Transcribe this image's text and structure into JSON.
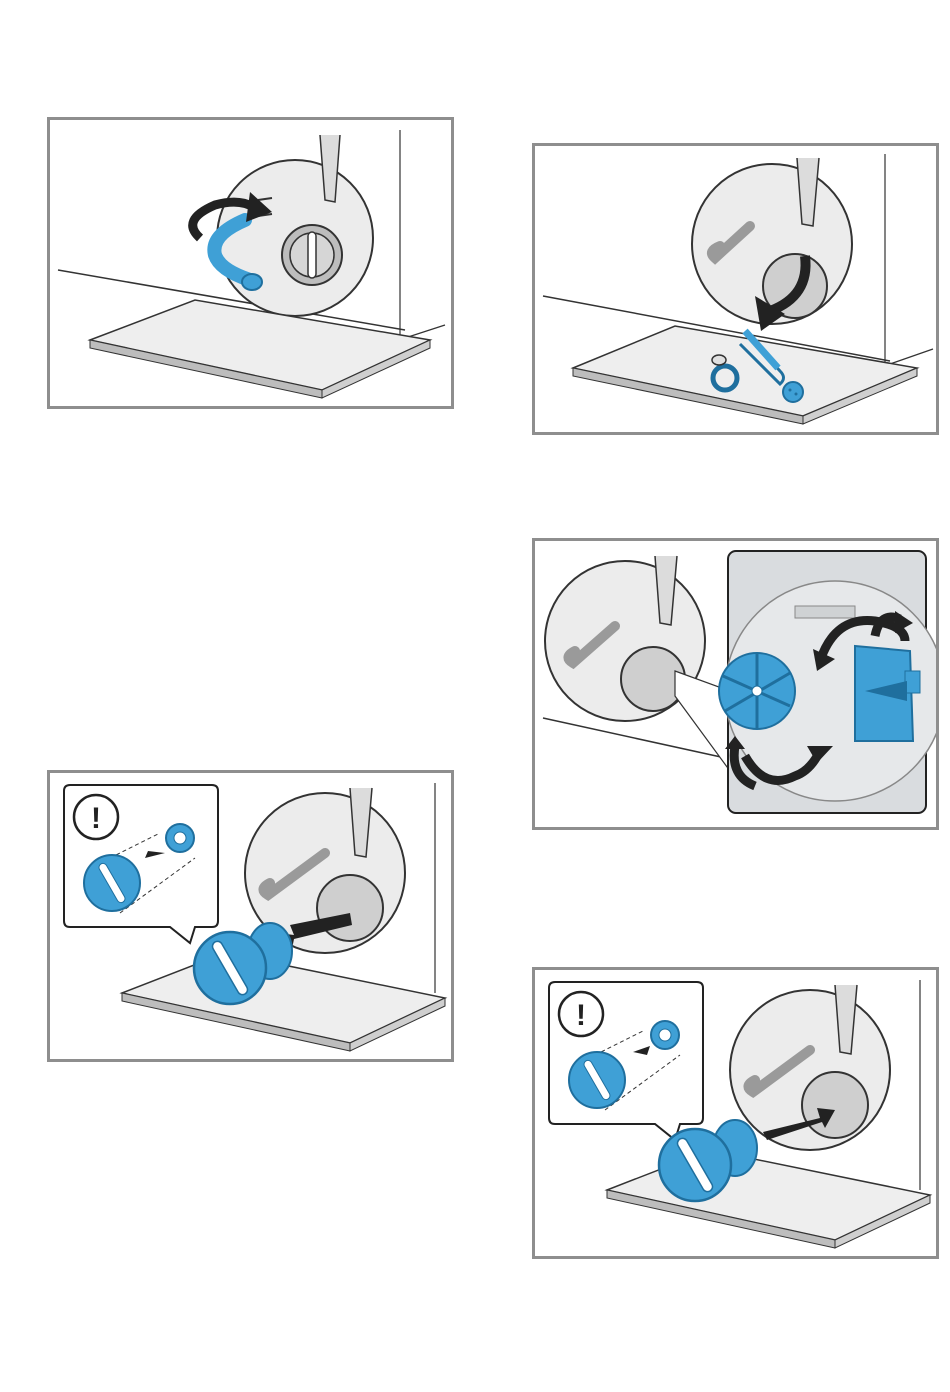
{
  "document": {
    "steps": [
      {
        "id": 1,
        "icons": [
          "drain-hose-icon",
          "rotate-arrow-icon"
        ]
      },
      {
        "id": 2,
        "icons": [
          "paper-clip-icon",
          "button-icon",
          "ring-icon",
          "down-arrow-icon"
        ]
      },
      {
        "id": 3,
        "icons": [
          "impeller-icon",
          "rotate-arrow-icon"
        ]
      },
      {
        "id": 4,
        "icons": [
          "warning-icon",
          "pump-cap-icon",
          "insert-arrow-icon"
        ]
      },
      {
        "id": 5,
        "icons": [
          "warning-icon",
          "pump-cap-icon",
          "insert-arrow-icon"
        ]
      }
    ],
    "warning_symbol": "!"
  },
  "colors": {
    "accent_blue": "#3fa0d6",
    "dark_blue": "#1f6f9e",
    "frame_grey": "#8e8e8e",
    "machine_grey": "#e6e6e6",
    "tray": "#eeeeee"
  }
}
